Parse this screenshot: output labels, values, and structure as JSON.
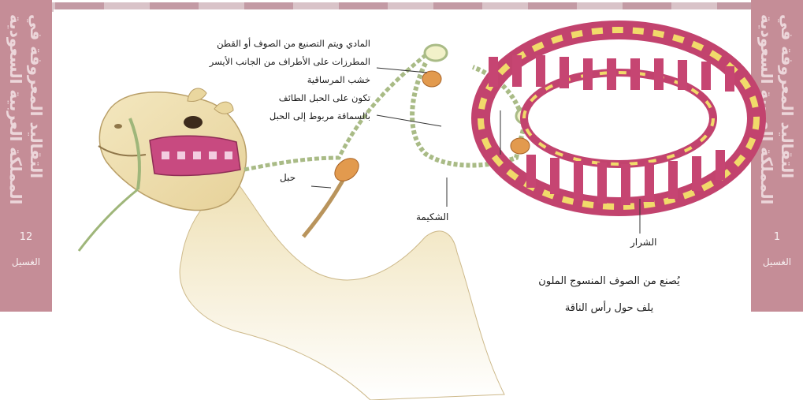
{
  "background_books": {
    "left_spine": {
      "title": "التقاليد المعروفة في المملكة العربية السعودية",
      "number": "12",
      "subtitle": "الغسيل"
    },
    "right_spine": {
      "title": "التقاليد المعروفة في المملكة العربية السعودية",
      "number": "1",
      "subtitle": "الغسيل"
    }
  },
  "labels": {
    "callout_lines": [
      "المادي ويتم التصنيع من الصوف أو القطن",
      "المطرزات على الأطراف من الجانب الأيسر",
      "خشب المرساقية",
      "تكون على الحبل الطائف",
      "بالسماقة مربوط إلى الحبل"
    ],
    "rope": "حبل",
    "halter": "الشكيمة",
    "fringe": "الشرار",
    "fringe_desc_1": "يُصنع من الصوف المنسوج الملون",
    "fringe_desc_2": "يلف حول رأس الناقة"
  },
  "colors": {
    "book_maroon": "#b56b78",
    "loop_crimson": "#c2436e",
    "loop_yellow": "#f1da6a",
    "camel_beige": "#efe0b2",
    "halter_green": "#9fb67a",
    "knot_orange": "#e29a4e"
  }
}
